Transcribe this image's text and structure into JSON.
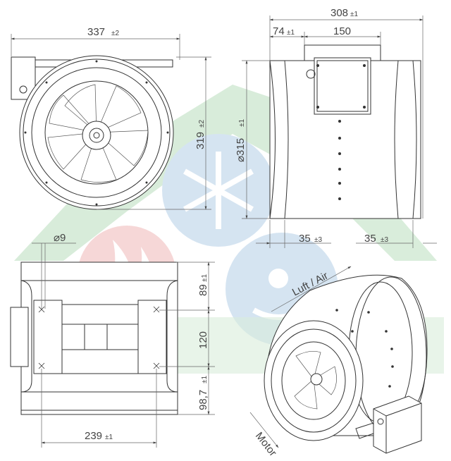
{
  "colors": {
    "line": "#333333",
    "dimension_text": "#444444",
    "watermark_green": "#2f9a3a",
    "watermark_red": "#d32a2a",
    "watermark_blue": "#1f6fb8"
  },
  "front_view": {
    "width": {
      "value": "337",
      "tolerance": "±2"
    },
    "height": {
      "value": "319",
      "tolerance": "±2"
    }
  },
  "side_view": {
    "total_length": {
      "value": "308",
      "tolerance": "±1"
    },
    "offset": {
      "value": "74",
      "tolerance": "±1"
    },
    "box_length": {
      "value": "150",
      "tolerance": ""
    },
    "diameter": {
      "value": "⌀315",
      "tolerance": "±1"
    },
    "left_flange": {
      "value": "35",
      "tolerance": "±3"
    },
    "right_flange": {
      "value": "35",
      "tolerance": "±3"
    }
  },
  "top_view": {
    "hole": {
      "value": "⌀9"
    },
    "upper": {
      "value": "89",
      "tolerance": "±1"
    },
    "middle": {
      "value": "120",
      "tolerance": ""
    },
    "lower": {
      "value": "98,7",
      "tolerance": "±1"
    },
    "width": {
      "value": "239",
      "tolerance": "±1"
    }
  },
  "iso_view": {
    "airflow_label": "Luft / Air",
    "motor_label": "Motor"
  }
}
